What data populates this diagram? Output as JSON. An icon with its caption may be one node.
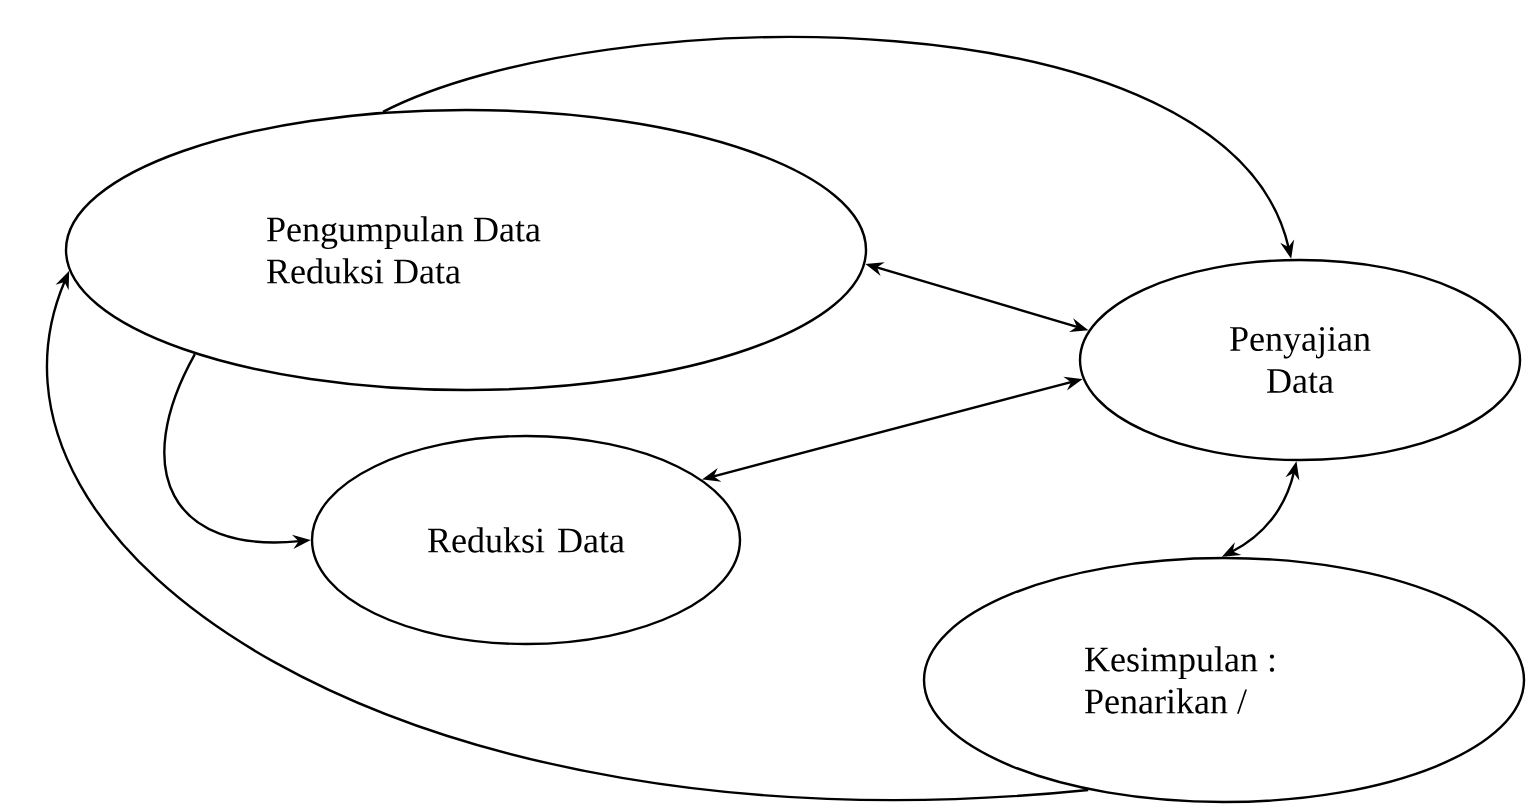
{
  "diagram": {
    "nodes": [
      {
        "text": [
          "Pengumpulan Data Reduksi Data"
        ]
      },
      {
        "text": [
          "Penyajian Data"
        ]
      },
      {
        "text": [
          "Reduksi Data"
        ]
      },
      {
        "text": [
          "Kesimpulan : Penarikan /"
        ]
      }
    ],
    "edges": [
      {
        "from": 0,
        "to": 1,
        "arrow": "to"
      },
      {
        "from": 0,
        "to": 1,
        "arrow": "both"
      },
      {
        "from": 0,
        "to": 2,
        "arrow": "to"
      },
      {
        "from": 2,
        "to": 1,
        "arrow": "both"
      },
      {
        "from": 1,
        "to": 3,
        "arrow": "both"
      },
      {
        "from": 3,
        "to": 0,
        "arrow": "to"
      }
    ]
  }
}
